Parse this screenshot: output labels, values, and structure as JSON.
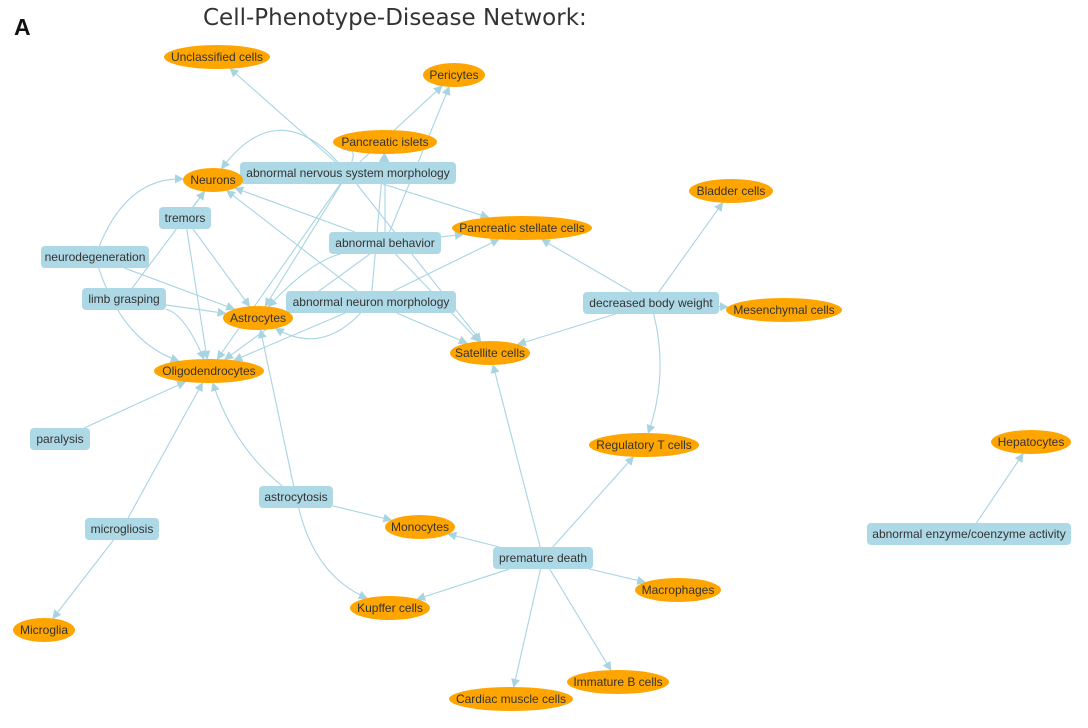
{
  "panel_label": "A",
  "title": "Cell-Phenotype-Disease Network:",
  "colors": {
    "cell_node": "#ffa500",
    "phenotype_node": "#add8e6",
    "edge": "#a8d4e2",
    "label_text": "#333333"
  },
  "legend": null,
  "nodes": {
    "cells": [
      {
        "id": "unclassified",
        "label": "Unclassified cells"
      },
      {
        "id": "pericytes",
        "label": "Pericytes"
      },
      {
        "id": "pancreatic_islets",
        "label": "Pancreatic islets"
      },
      {
        "id": "neurons",
        "label": "Neurons"
      },
      {
        "id": "bladder",
        "label": "Bladder cells"
      },
      {
        "id": "stellate",
        "label": "Pancreatic stellate cells"
      },
      {
        "id": "mesenchymal",
        "label": "Mesenchymal cells"
      },
      {
        "id": "astrocytes",
        "label": "Astrocytes"
      },
      {
        "id": "satellite",
        "label": "Satellite cells"
      },
      {
        "id": "oligodendrocytes",
        "label": "Oligodendrocytes"
      },
      {
        "id": "treg",
        "label": "Regulatory T cells"
      },
      {
        "id": "hepatocytes",
        "label": "Hepatocytes"
      },
      {
        "id": "monocytes",
        "label": "Monocytes"
      },
      {
        "id": "macrophages",
        "label": "Macrophages"
      },
      {
        "id": "kupffer",
        "label": "Kupffer cells"
      },
      {
        "id": "microglia",
        "label": "Microglia"
      },
      {
        "id": "immature_b",
        "label": "Immature B cells"
      },
      {
        "id": "cardiac",
        "label": "Cardiac muscle cells"
      }
    ],
    "phenotypes": [
      {
        "id": "abn_nervous",
        "label": "abnormal nervous system morphology"
      },
      {
        "id": "tremors",
        "label": "tremors"
      },
      {
        "id": "abn_behavior",
        "label": "abnormal behavior"
      },
      {
        "id": "neurodegeneration",
        "label": "neurodegeneration"
      },
      {
        "id": "limb_grasping",
        "label": "limb grasping"
      },
      {
        "id": "abn_neuron",
        "label": "abnormal neuron morphology"
      },
      {
        "id": "decreased_bw",
        "label": "decreased body weight"
      },
      {
        "id": "paralysis",
        "label": "paralysis"
      },
      {
        "id": "microgliosis",
        "label": "microgliosis"
      },
      {
        "id": "astrocytosis",
        "label": "astrocytosis"
      },
      {
        "id": "premature_death",
        "label": "premature death"
      },
      {
        "id": "abn_enzyme",
        "label": "abnormal enzyme/coenzyme activity"
      }
    ]
  },
  "edges": [
    [
      "abn_nervous",
      "unclassified"
    ],
    [
      "abn_nervous",
      "pericytes"
    ],
    [
      "abn_nervous",
      "pancreatic_islets"
    ],
    [
      "abn_nervous",
      "neurons"
    ],
    [
      "abn_nervous",
      "astrocytes"
    ],
    [
      "abn_nervous",
      "oligodendrocytes"
    ],
    [
      "abn_nervous",
      "satellite"
    ],
    [
      "abn_nervous",
      "stellate"
    ],
    [
      "tremors",
      "neurons"
    ],
    [
      "tremors",
      "astrocytes"
    ],
    [
      "tremors",
      "oligodendrocytes"
    ],
    [
      "neurodegeneration",
      "neurons"
    ],
    [
      "neurodegeneration",
      "astrocytes"
    ],
    [
      "neurodegeneration",
      "oligodendrocytes"
    ],
    [
      "limb_grasping",
      "neurons"
    ],
    [
      "limb_grasping",
      "astrocytes"
    ],
    [
      "limb_grasping",
      "oligodendrocytes"
    ],
    [
      "abn_behavior",
      "neurons"
    ],
    [
      "abn_behavior",
      "pancreatic_islets"
    ],
    [
      "abn_behavior",
      "pericytes"
    ],
    [
      "abn_behavior",
      "astrocytes"
    ],
    [
      "abn_behavior",
      "oligodendrocytes"
    ],
    [
      "abn_behavior",
      "satellite"
    ],
    [
      "abn_behavior",
      "stellate"
    ],
    [
      "abn_neuron",
      "neurons"
    ],
    [
      "abn_neuron",
      "pancreatic_islets"
    ],
    [
      "abn_neuron",
      "astrocytes"
    ],
    [
      "abn_neuron",
      "oligodendrocytes"
    ],
    [
      "abn_neuron",
      "satellite"
    ],
    [
      "abn_neuron",
      "stellate"
    ],
    [
      "decreased_bw",
      "bladder"
    ],
    [
      "decreased_bw",
      "stellate"
    ],
    [
      "decreased_bw",
      "satellite"
    ],
    [
      "decreased_bw",
      "treg"
    ],
    [
      "decreased_bw",
      "mesenchymal"
    ],
    [
      "paralysis",
      "oligodendrocytes"
    ],
    [
      "microgliosis",
      "oligodendrocytes"
    ],
    [
      "microgliosis",
      "microglia"
    ],
    [
      "astrocytosis",
      "astrocytes"
    ],
    [
      "astrocytosis",
      "oligodendrocytes"
    ],
    [
      "astrocytosis",
      "monocytes"
    ],
    [
      "astrocytosis",
      "kupffer"
    ],
    [
      "premature_death",
      "satellite"
    ],
    [
      "premature_death",
      "treg"
    ],
    [
      "premature_death",
      "monocytes"
    ],
    [
      "premature_death",
      "macrophages"
    ],
    [
      "premature_death",
      "kupffer"
    ],
    [
      "premature_death",
      "immature_b"
    ],
    [
      "premature_death",
      "cardiac"
    ],
    [
      "abn_enzyme",
      "hepatocytes"
    ]
  ]
}
